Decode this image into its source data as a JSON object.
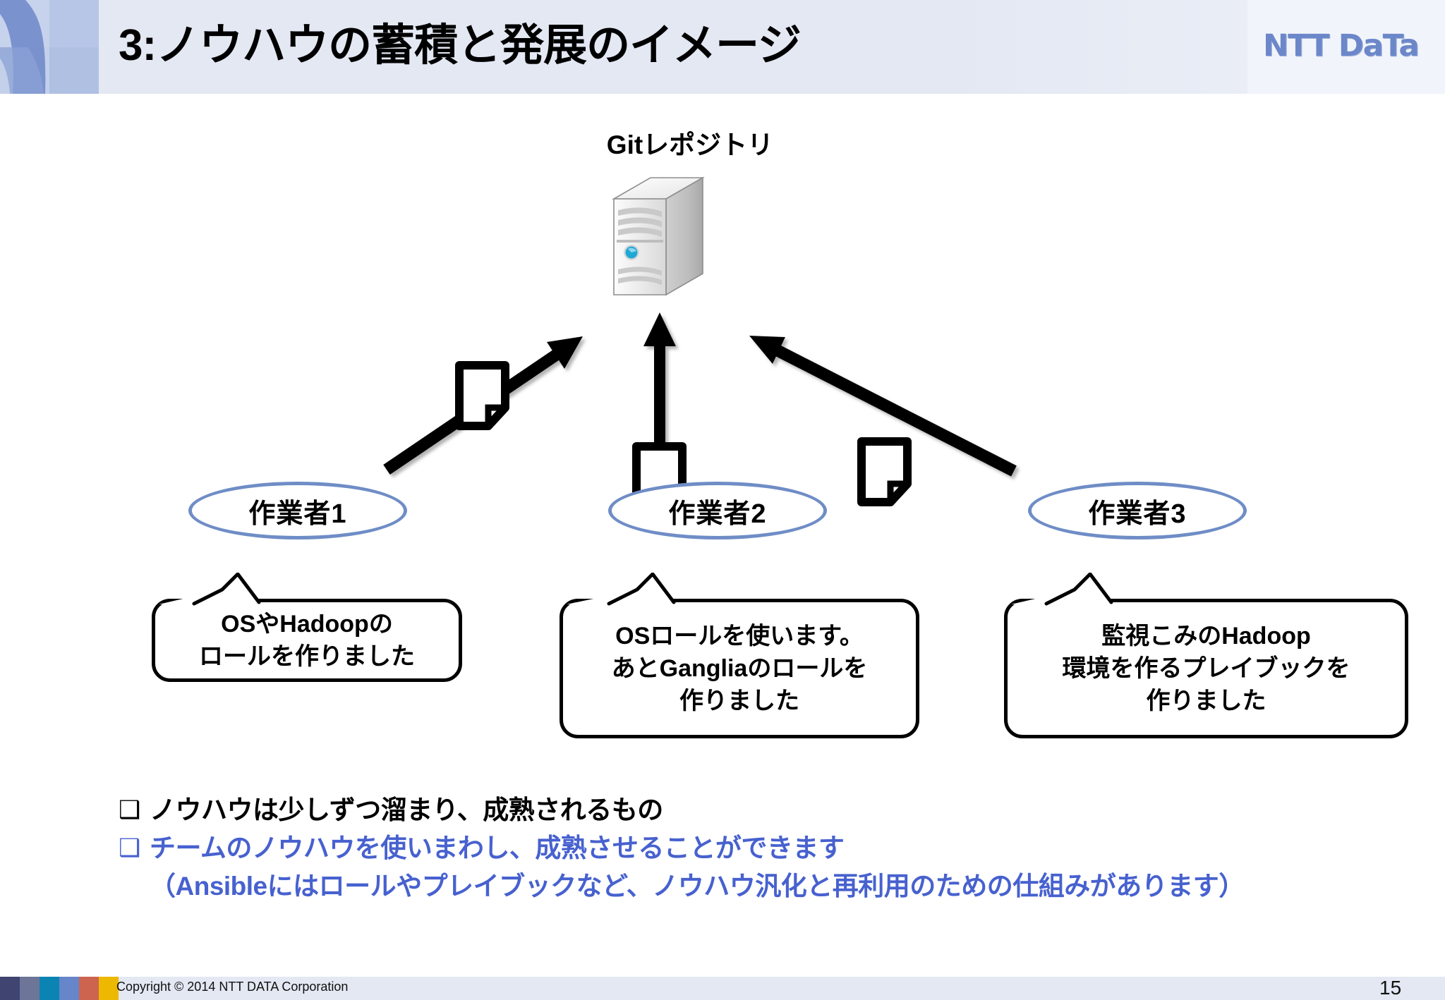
{
  "header": {
    "title": "3:ノウハウの蓄積と発展のイメージ",
    "logo_text": "NTT DaTa",
    "logo_color": "#6c87c9",
    "bg_color": "#e3e8f3"
  },
  "diagram": {
    "repo_label": "Gitレポジトリ",
    "server_icon": "server-tower-icon",
    "workers": [
      {
        "label": "作業者1"
      },
      {
        "label": "作業者2"
      },
      {
        "label": "作業者3"
      }
    ],
    "worker_border_color": "#6f8dc6",
    "arrows": [
      {
        "name": "arrow-worker1-to-repo",
        "doc_icon": "document-page-icon"
      },
      {
        "name": "arrow-worker2-to-repo",
        "doc_icon": "document-page-icon"
      },
      {
        "name": "arrow-worker3-to-repo",
        "doc_icon": "document-page-icon"
      }
    ],
    "bubbles": [
      {
        "lines": [
          "OSやHadoopの",
          "ロールを作りました"
        ]
      },
      {
        "lines": [
          "OSロールを使います。",
          "あとGangliaのロールを",
          "作りました"
        ]
      },
      {
        "lines": [
          "監視こみのHadoop",
          "環境を作るプレイブックを",
          "作りました"
        ]
      }
    ]
  },
  "bullets": {
    "marker": "❑",
    "items": [
      {
        "text": "ノウハウは少しずつ溜まり、成熟されるもの",
        "color": "#000000"
      },
      {
        "text": "チームのノウハウを使いまわし、成熟させることができます",
        "color": "#4761cf"
      }
    ],
    "continuation": {
      "text": "（Ansibleにはロールやプレイブックなど、ノウハウ汎化と再利用のための仕組みがあります）",
      "color": "#4761cf"
    }
  },
  "footer": {
    "copyright": "Copyright © 2014 NTT DATA Corporation",
    "page_number": "15",
    "bar_colors": [
      "#3f4470",
      "#6d7599",
      "#0b84b4",
      "#6786c9",
      "#cc6450",
      "#edb800"
    ]
  }
}
